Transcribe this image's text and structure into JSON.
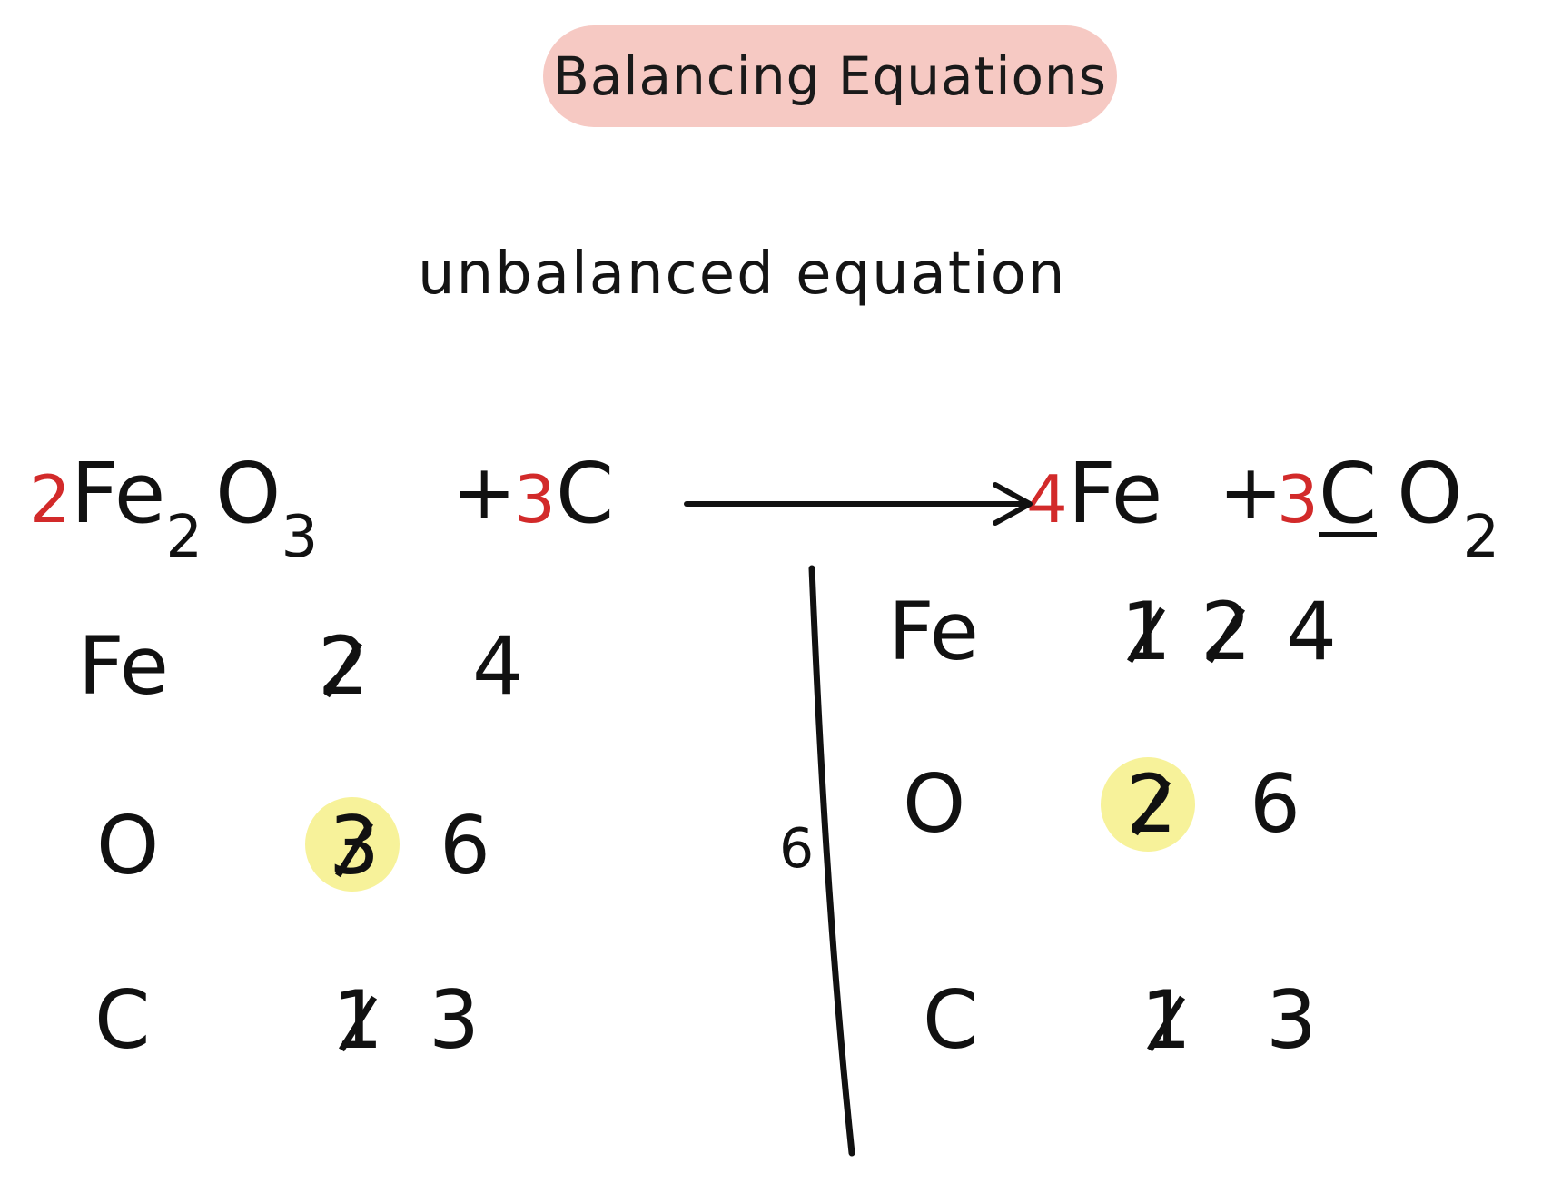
{
  "title": "Balancing Equations",
  "subtitle": "unbalanced equation",
  "colors": {
    "title_bg": "#f6c9c3",
    "coefficient": "#d22a2a",
    "highlight": "#f7f29a",
    "ink": "#111111"
  },
  "equation": {
    "reactant1": {
      "coef": "2",
      "element1": "Fe",
      "sub1": "2",
      "element2": "O",
      "sub2": "3"
    },
    "plus1": "+",
    "reactant2": {
      "coef": "3",
      "element": "C"
    },
    "product1": {
      "coef": "4",
      "element": "Fe"
    },
    "plus2": "+",
    "product2": {
      "coef": "3",
      "element1": "C",
      "element2": "O",
      "sub2": "2"
    }
  },
  "left_tally": {
    "fe": {
      "label": "Fe",
      "old": "2",
      "new": "4"
    },
    "o": {
      "label": "O",
      "old": "3",
      "new": "6"
    },
    "c": {
      "label": "C",
      "old": "1",
      "new": "3"
    }
  },
  "right_tally": {
    "fe": {
      "label": "Fe",
      "old1": "1",
      "old2": "2",
      "new": "4"
    },
    "o": {
      "label": "O",
      "old": "2",
      "new": "6"
    },
    "c": {
      "label": "C",
      "old": "1",
      "new": "3"
    }
  },
  "side_note": "6"
}
